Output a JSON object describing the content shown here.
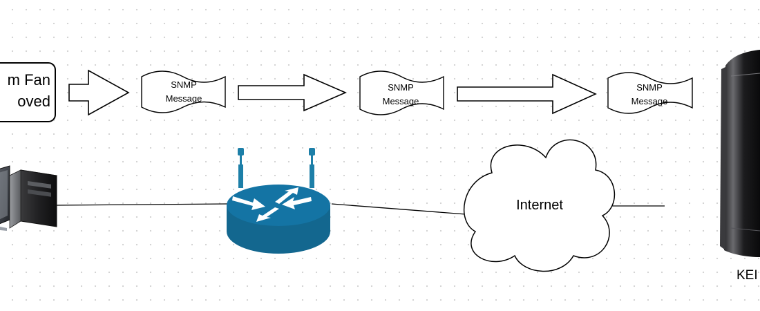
{
  "event": {
    "line1": "m Fan",
    "line2": "oved"
  },
  "messages": [
    {
      "line1": "SNMP",
      "line2": "Message"
    },
    {
      "line1": "SNMP",
      "line2": "Message"
    },
    {
      "line1": "SNMP",
      "line2": "Message"
    }
  ],
  "network": {
    "internet_label": "Internet",
    "server_label": "KEI"
  },
  "colors": {
    "router_blue": "#1474a4",
    "router_antenna_tip": "#1d7fa8",
    "stroke": "#000000"
  },
  "icons": {
    "workstation": "desktop-computer-icon",
    "router": "router-icon",
    "internet": "cloud-icon",
    "server": "server-rack-icon"
  }
}
